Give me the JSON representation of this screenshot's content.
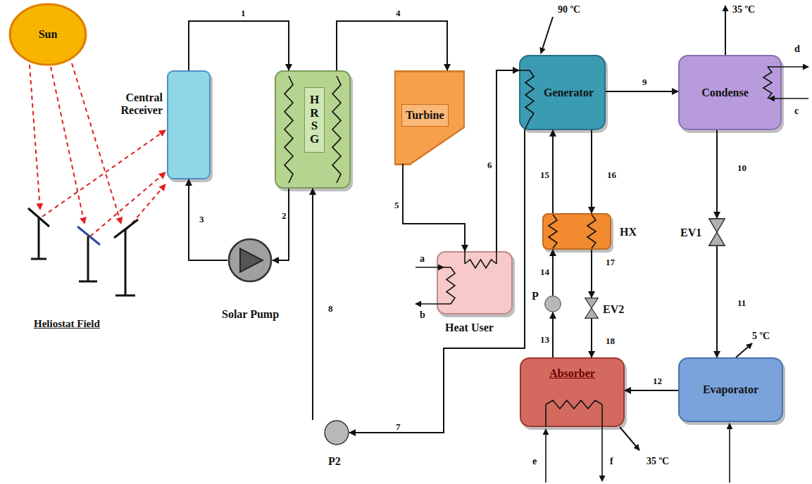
{
  "diagram": {
    "nodes": [
      {
        "text": [
          "Sun"
        ]
      },
      {
        "text": [
          "Central Receiver"
        ]
      },
      {
        "text": [
          "HRSG"
        ]
      },
      {
        "text": [
          "Turbine"
        ]
      },
      {
        "text": [
          "Generator"
        ]
      },
      {
        "text": [
          "Condense"
        ]
      },
      {
        "text": [
          "HX"
        ]
      },
      {
        "text": [
          "Heat User"
        ]
      },
      {
        "text": [
          "Solar Pump"
        ]
      },
      {
        "text": [
          "P"
        ]
      },
      {
        "text": [
          "EV1"
        ]
      },
      {
        "text": [
          "EV2"
        ]
      },
      {
        "text": [
          "P2"
        ]
      },
      {
        "text": [
          "Absorber"
        ]
      },
      {
        "text": [
          "Evaporator"
        ]
      }
    ],
    "edges": [
      {
        "from": 1,
        "to": 2,
        "arrow": "to",
        "label": "1"
      },
      {
        "from": 2,
        "to": 8,
        "arrow": "to",
        "label": "2"
      },
      {
        "from": 8,
        "to": 1,
        "arrow": "to",
        "label": "3"
      },
      {
        "from": 2,
        "to": 3,
        "arrow": "to",
        "label": "4"
      },
      {
        "from": 3,
        "to": 7,
        "arrow": "to",
        "label": "5"
      },
      {
        "from": 7,
        "to": 4,
        "arrow": "to",
        "label": "6"
      },
      {
        "from": 4,
        "to": 12,
        "arrow": "to",
        "label": "7"
      },
      {
        "from": 12,
        "to": 2,
        "arrow": "to",
        "label": "8"
      },
      {
        "from": 4,
        "to": 5,
        "arrow": "to",
        "label": "9"
      },
      {
        "from": 5,
        "to": 10,
        "arrow": "to",
        "label": "10"
      },
      {
        "from": 10,
        "to": 14,
        "arrow": "to",
        "label": "11"
      },
      {
        "from": 14,
        "to": 13,
        "arrow": "to",
        "label": "12"
      },
      {
        "from": 13,
        "to": 9,
        "arrow": "to",
        "label": "13"
      },
      {
        "from": 9,
        "to": 6,
        "arrow": "to",
        "label": "14"
      },
      {
        "from": 6,
        "to": 4,
        "arrow": "to",
        "label": "15"
      },
      {
        "from": 4,
        "to": 6,
        "arrow": "to",
        "label": "16"
      },
      {
        "from": 6,
        "to": 11,
        "arrow": "to",
        "label": "17"
      },
      {
        "from": 11,
        "to": 13,
        "arrow": "to",
        "label": "18"
      }
    ],
    "labels": [
      "Heliostat Field",
      "90 ºC",
      "35 ºC",
      "d",
      "c",
      "a",
      "b",
      "5 ºC",
      "e",
      "f",
      "35 ºC"
    ]
  }
}
